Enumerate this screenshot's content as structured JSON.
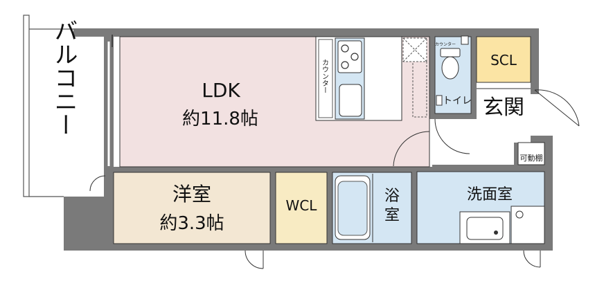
{
  "colors": {
    "wall": "#7a7a7a",
    "ldk": "#f2e1e1",
    "western": "#f3e7d3",
    "wcl": "#f8ebc3",
    "scl": "#fbe4a4",
    "wet": "#d4e6f3",
    "floor": "#ffffff",
    "outline": "#333333"
  },
  "rooms": {
    "balcony": "バルコニー",
    "ldk_name": "LDK",
    "ldk_size": "約11.8帖",
    "western_name": "洋室",
    "western_size": "約3.3帖",
    "wcl": "WCL",
    "scl": "SCL",
    "entrance": "玄関",
    "toilet": "トイレ",
    "bath_line1": "浴",
    "bath_line2": "室",
    "washroom": "洗面室",
    "shelf": "可動棚",
    "counter_vertical": "カウンター",
    "counter_small": "カウンター"
  },
  "icons": [
    "stove-icon",
    "sink-icon",
    "toilet-icon",
    "bathtub-icon",
    "washbasin-icon",
    "washer-icon",
    "door-swing-icon"
  ]
}
